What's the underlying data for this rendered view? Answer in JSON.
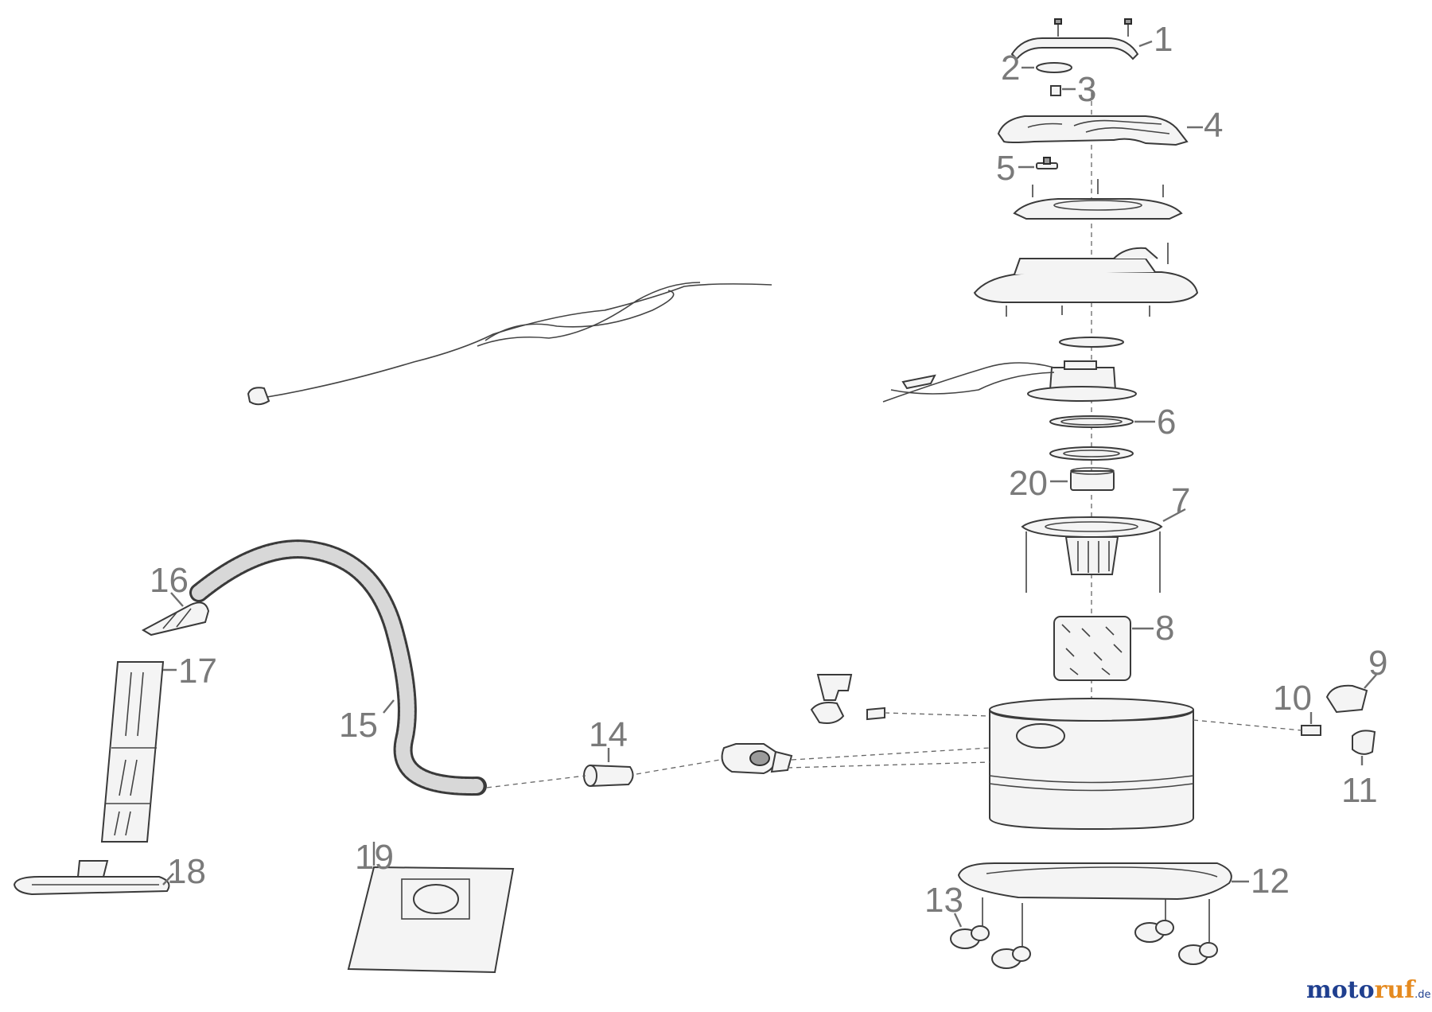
{
  "diagram": {
    "callouts": [
      {
        "id": "1",
        "label": "1"
      },
      {
        "id": "2",
        "label": "2"
      },
      {
        "id": "3",
        "label": "3"
      },
      {
        "id": "4",
        "label": "4"
      },
      {
        "id": "5",
        "label": "5"
      },
      {
        "id": "6",
        "label": "6"
      },
      {
        "id": "7",
        "label": "7"
      },
      {
        "id": "8",
        "label": "8"
      },
      {
        "id": "9",
        "label": "9"
      },
      {
        "id": "10",
        "label": "10"
      },
      {
        "id": "11",
        "label": "11"
      },
      {
        "id": "12",
        "label": "12"
      },
      {
        "id": "13",
        "label": "13"
      },
      {
        "id": "14",
        "label": "14"
      },
      {
        "id": "15",
        "label": "15"
      },
      {
        "id": "16",
        "label": "16"
      },
      {
        "id": "17",
        "label": "17"
      },
      {
        "id": "18",
        "label": "18"
      },
      {
        "id": "19",
        "label": "19"
      },
      {
        "id": "20",
        "label": "20"
      }
    ]
  },
  "watermark": {
    "brand_moto": "moto",
    "brand_ruf": "ruf",
    "brand_suffix": ".de",
    "colors": {
      "moto": "#1f3f8f",
      "ruf": "#e58a1f"
    }
  }
}
